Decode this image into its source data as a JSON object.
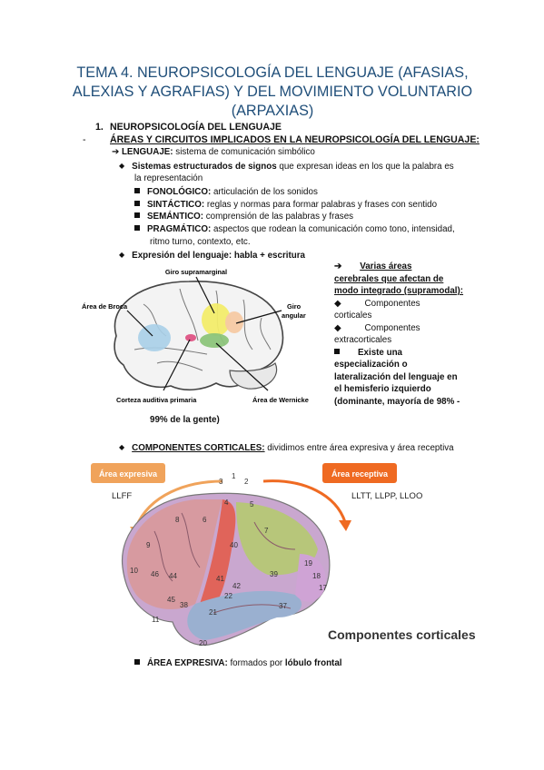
{
  "title": "TEMA 4. NEUROPSICOLOGÍA DEL LENGUAJE (AFASIAS, ALEXIAS Y AGRAFIAS) Y DEL MOVIMIENTO VOLUNTARIO (ARPAXIAS)",
  "section1": {
    "number": "1.",
    "heading": "NEUROPSICOLOGÍA DEL LENGUAJE"
  },
  "subsection": {
    "marker": "-",
    "heading": "ÁREAS Y CIRCUITOS IMPLICADOS EN LA NEUROPSICOLOGÍA DEL LENGUAJE:"
  },
  "lenguaje": {
    "arrow": "➔",
    "term": "LENGUAJE:",
    "text": " sistema de comunicación simbólico"
  },
  "sistemas": {
    "term": "Sistemas estructurados de signos",
    "text": " que expresan ideas en los que la palabra es",
    "text2": "la representación"
  },
  "items": [
    {
      "term": "FONOLÓGICO:",
      "text": " articulación de los sonidos"
    },
    {
      "term": "SINTÁCTICO:",
      "text": " reglas y normas para formar palabras y frases con sentido"
    },
    {
      "term": "SEMÁNTICO:",
      "text": " comprensión de las palabras y frases"
    },
    {
      "term": "PRAGMÁTICO:",
      "text": " aspectos que rodean la comunicación como tono, intensidad,",
      "text2": "ritmo turno, contexto, etc."
    }
  ],
  "expresion": {
    "text": "Expresión del lenguaje: habla + escritura"
  },
  "figure1": {
    "labels": {
      "supramarginal": "Giro supramarginal",
      "broca": "Área de Broca",
      "angular1": "Giro",
      "angular2": "angular",
      "auditiva": "Corteza auditiva primaria",
      "wernicke": "Área de Wernicke"
    },
    "colors": {
      "broca": "#a9cfe8",
      "supramarginal": "#f2ec6a",
      "angular": "#f6c9a3",
      "wernicke": "#8cc47a",
      "auditiva": "#e05c8a"
    }
  },
  "sidenote": {
    "arrow": "➔",
    "lines": [
      "Varias áreas",
      "cerebrales que afectan de",
      "modo integrado (supramodal):"
    ],
    "b1": "Componentes",
    "b1b": "corticales",
    "b2": "Componentes",
    "b2b": "extracorticales",
    "b3": "Existe una",
    "b3lines": [
      "especialización o",
      "lateralización del lenguaje en",
      "el hemisferio izquierdo",
      "(dominante, mayoría de 98% -"
    ]
  },
  "gente": "99% de la gente)",
  "componentes": {
    "term": "COMPONENTES CORTICALES:",
    "text": " dividimos entre área expresiva y área receptiva"
  },
  "figure2": {
    "expresiva": "Área expresiva",
    "llff": "LLFF",
    "receptiva": "Área receptiva",
    "lltt": "LLTT, LLPP, LLOO",
    "caption": "Componentes corticales",
    "areas": [
      "1",
      "2",
      "3",
      "4",
      "5",
      "6",
      "7",
      "8",
      "9",
      "10",
      "11",
      "17",
      "18",
      "19",
      "20",
      "21",
      "22",
      "37",
      "38",
      "39",
      "40",
      "41",
      "42",
      "44",
      "45",
      "46"
    ],
    "colors": {
      "expresiva": "#f0a35b",
      "receptiva": "#ef6a22"
    }
  },
  "area_expresiva": {
    "term": "ÁREA EXPRESIVA:",
    "text": " formados por ",
    "term2": "lóbulo frontal"
  }
}
